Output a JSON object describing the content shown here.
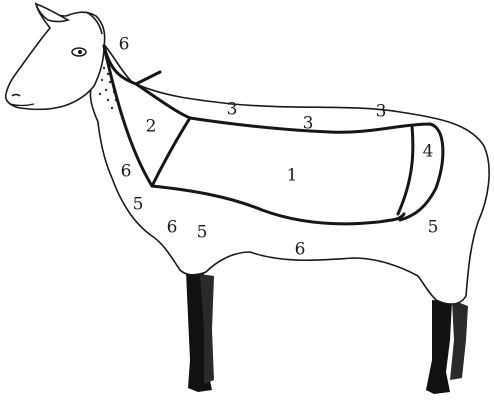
{
  "diagram": {
    "subject": "sheep",
    "regions": [
      {
        "id": "neck-top",
        "label": "6"
      },
      {
        "id": "shoulder",
        "label": "2"
      },
      {
        "id": "back-1",
        "label": "3"
      },
      {
        "id": "back-2",
        "label": "3"
      },
      {
        "id": "back-3",
        "label": "3"
      },
      {
        "id": "side",
        "label": "1"
      },
      {
        "id": "britch",
        "label": "4"
      },
      {
        "id": "chest",
        "label": "6"
      },
      {
        "id": "fore-leg-top",
        "label": "5"
      },
      {
        "id": "belly-front-a",
        "label": "6"
      },
      {
        "id": "belly-front-b",
        "label": "5"
      },
      {
        "id": "belly",
        "label": "6"
      },
      {
        "id": "hind-leg",
        "label": "5"
      }
    ]
  },
  "colors": {
    "outline": "#1a1a1a",
    "wool_fill": "#ffffff",
    "leg": "#111111",
    "zone_line": "#161616"
  }
}
